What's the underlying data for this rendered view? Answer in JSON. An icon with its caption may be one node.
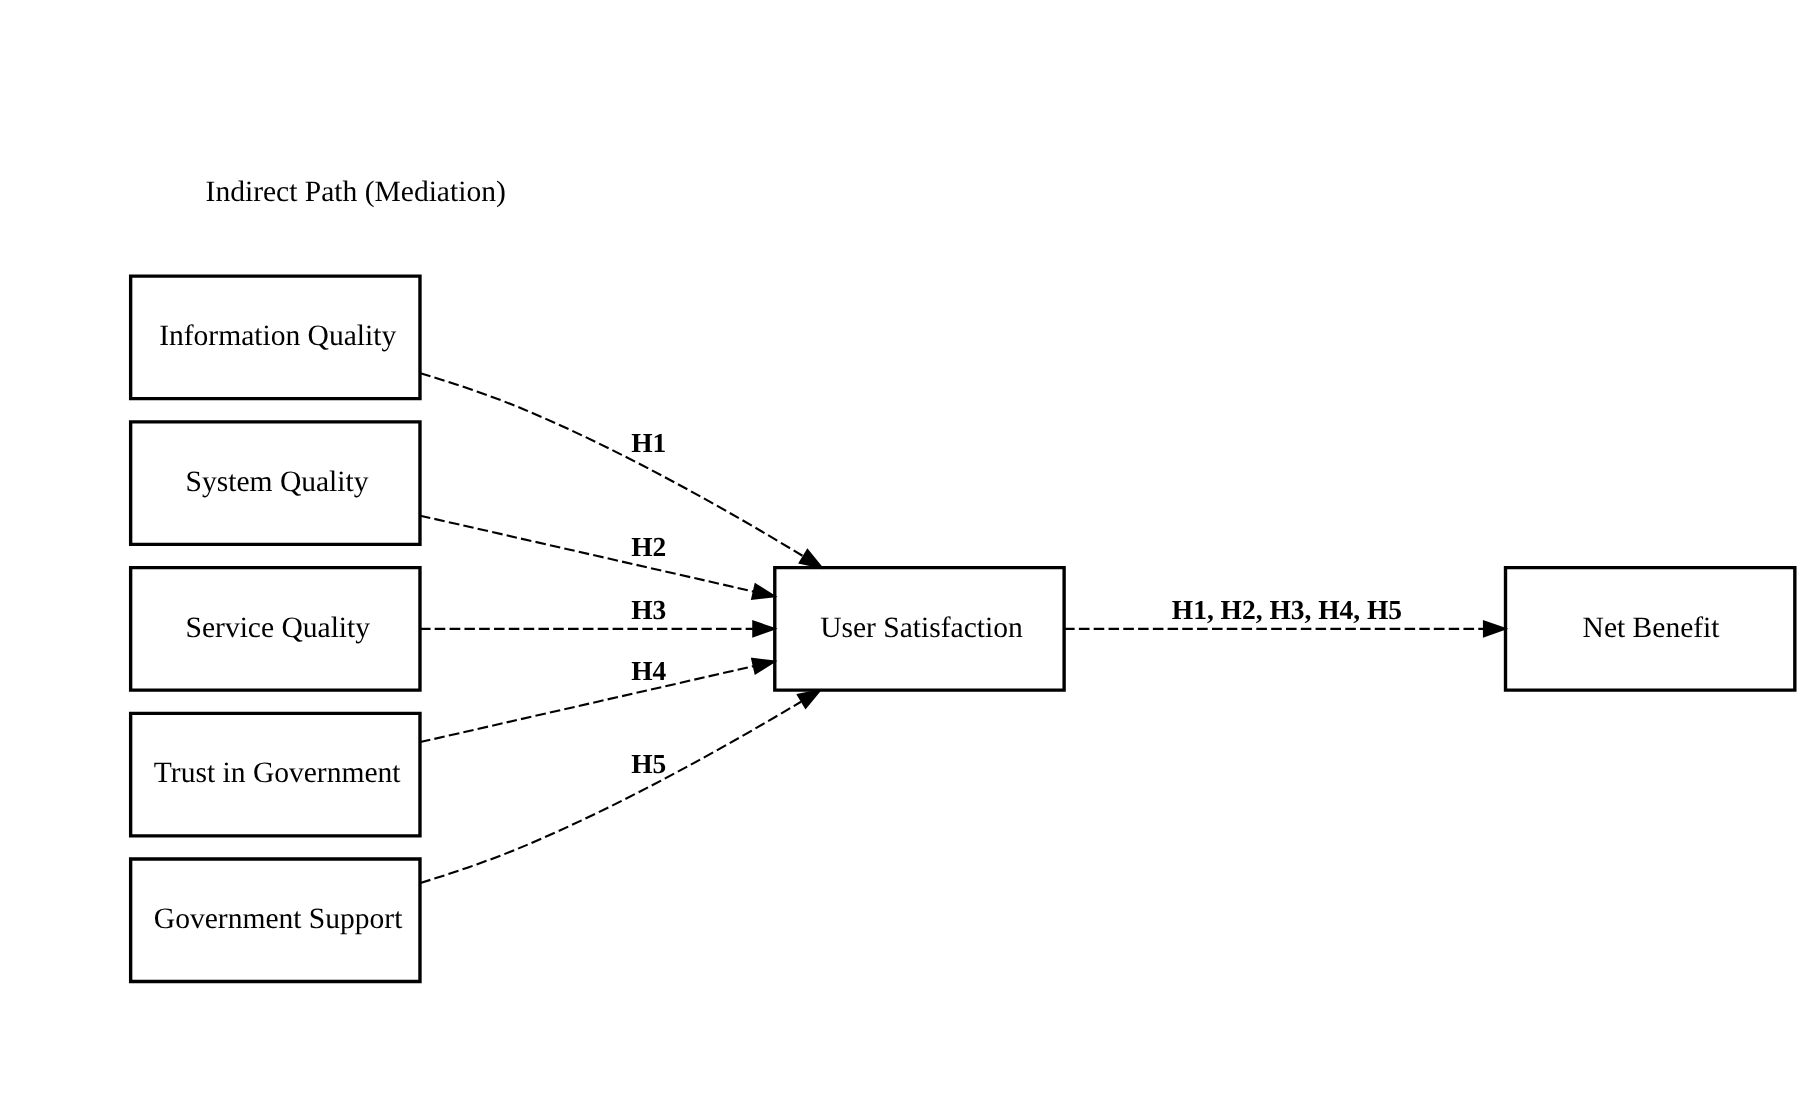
{
  "diagram": {
    "nodes": [
      {
        "text": [
          "Information Quality"
        ]
      },
      {
        "text": [
          "System Quality"
        ]
      },
      {
        "text": [
          "Service Quality"
        ]
      },
      {
        "text": [
          "Trust in Government"
        ]
      },
      {
        "text": [
          "Government Support"
        ]
      },
      {
        "text": [
          "User Satisfaction"
        ]
      },
      {
        "text": [
          "Net Benefit"
        ]
      }
    ],
    "edges": [
      {
        "from": 0,
        "to": 5,
        "arrow": "to",
        "label": "H1",
        "style": "dashed"
      },
      {
        "from": 1,
        "to": 5,
        "arrow": "to",
        "label": "H2",
        "style": "dashed"
      },
      {
        "from": 2,
        "to": 5,
        "arrow": "to",
        "label": "H3",
        "style": "dashed"
      },
      {
        "from": 3,
        "to": 5,
        "arrow": "to",
        "label": "H4",
        "style": "dashed"
      },
      {
        "from": 4,
        "to": 5,
        "arrow": "to",
        "label": "H5",
        "style": "dashed"
      },
      {
        "from": 5,
        "to": 6,
        "arrow": "to",
        "label": "H1, H2, H3, H4, H5",
        "style": "dashed"
      }
    ],
    "legend": [
      {
        "text": "Indirect Path (Mediation)"
      }
    ]
  }
}
